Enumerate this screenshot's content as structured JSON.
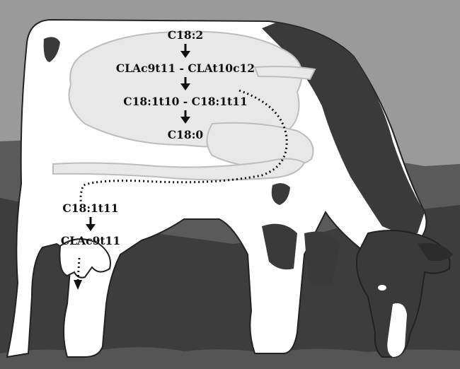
{
  "rumen_pathway": [
    {
      "label": "C18:2"
    },
    {
      "label": "CLAc9t11 - CLAt10c12"
    },
    {
      "label": "C18:1t10 - C18:1t11"
    },
    {
      "label": "C18:0"
    }
  ],
  "tissue_pathway": [
    {
      "label": "C18:1t11"
    },
    {
      "label": "CLAc9t11"
    }
  ],
  "colors": {
    "sky": "#9c9c9c",
    "ground": "#3f3f3f",
    "cow_body": "#ffffff",
    "cow_patches": "#3a3a3a",
    "organs": "#e6e6e6",
    "text": "#111111"
  }
}
